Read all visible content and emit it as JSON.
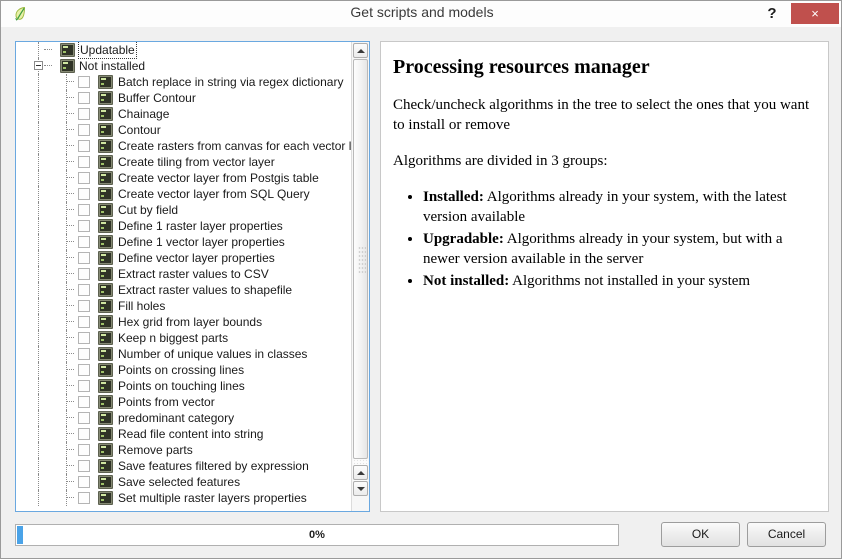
{
  "window": {
    "title": "Get scripts and models",
    "app_icon": "qgis-leaf-icon",
    "help_label": "?",
    "close_label": "×"
  },
  "tree": {
    "focused_item": "Updatable",
    "groups": [
      {
        "label": "Updatable",
        "level": 0,
        "expander": "none",
        "icon": "script-icon",
        "checkbox": false
      },
      {
        "label": "Not installed",
        "level": 0,
        "expander": "minus",
        "icon": "script-icon",
        "checkbox": false
      }
    ],
    "items": [
      {
        "label": "Batch replace in string via regex dictionary",
        "icon": "script-icon",
        "checked": false
      },
      {
        "label": "Buffer Contour",
        "icon": "script-icon",
        "checked": false
      },
      {
        "label": "Chainage",
        "icon": "script-icon",
        "checked": false
      },
      {
        "label": "Contour",
        "icon": "script-icon",
        "checked": false
      },
      {
        "label": "Create rasters from canvas for each vector laye...",
        "icon": "script-icon",
        "checked": false
      },
      {
        "label": "Create tiling from vector layer",
        "icon": "script-icon",
        "checked": false
      },
      {
        "label": "Create vector layer from Postgis table",
        "icon": "script-icon",
        "checked": false
      },
      {
        "label": "Create vector layer from SQL Query",
        "icon": "script-icon",
        "checked": false
      },
      {
        "label": "Cut by field",
        "icon": "script-icon",
        "checked": false
      },
      {
        "label": "Define 1 raster layer properties",
        "icon": "script-icon",
        "checked": false
      },
      {
        "label": "Define 1 vector layer properties",
        "icon": "script-icon",
        "checked": false
      },
      {
        "label": "Define vector layer properties",
        "icon": "script-icon",
        "checked": false
      },
      {
        "label": "Extract raster values to CSV",
        "icon": "script-icon",
        "checked": false
      },
      {
        "label": "Extract raster values to shapefile",
        "icon": "script-icon",
        "checked": false
      },
      {
        "label": "Fill holes",
        "icon": "script-icon",
        "checked": false
      },
      {
        "label": "Hex grid from layer bounds",
        "icon": "script-icon",
        "checked": false
      },
      {
        "label": "Keep n biggest parts",
        "icon": "script-icon",
        "checked": false
      },
      {
        "label": "Number of unique values in classes",
        "icon": "script-icon",
        "checked": false
      },
      {
        "label": "Points on crossing lines",
        "icon": "script-icon",
        "checked": false
      },
      {
        "label": "Points on touching lines",
        "icon": "script-icon",
        "checked": false
      },
      {
        "label": "Points from vector",
        "icon": "script-icon",
        "checked": false
      },
      {
        "label": "predominant category",
        "icon": "script-icon",
        "checked": false
      },
      {
        "label": "Read file content into string",
        "icon": "script-icon",
        "checked": false
      },
      {
        "label": "Remove parts",
        "icon": "script-icon",
        "checked": false
      },
      {
        "label": "Save features filtered by expression",
        "icon": "script-icon",
        "checked": false
      },
      {
        "label": "Save selected features",
        "icon": "script-icon",
        "checked": false
      },
      {
        "label": "Set multiple raster layers properties",
        "icon": "script-icon",
        "checked": false
      }
    ]
  },
  "info": {
    "heading": "Processing resources manager",
    "intro": "Check/uncheck algorithms in the tree to select the ones that you want to install or remove",
    "groups_intro": "Algorithms are divided in 3 groups:",
    "bullets": [
      {
        "term": "Installed:",
        "text": "Algorithms already in your system, with the latest version available"
      },
      {
        "term": "Upgradable:",
        "text": "Algorithms already in your system, but with a newer version available in the server"
      },
      {
        "term": "Not installed:",
        "text": "Algorithms not installed in your system"
      }
    ]
  },
  "footer": {
    "progress_text": "0%",
    "progress_value": 0,
    "ok_label": "OK",
    "cancel_label": "Cancel"
  },
  "colors": {
    "close_red": "#c0504d",
    "tree_border_blue": "#6aa8e0",
    "progress_blue": "#4aa3e8"
  }
}
